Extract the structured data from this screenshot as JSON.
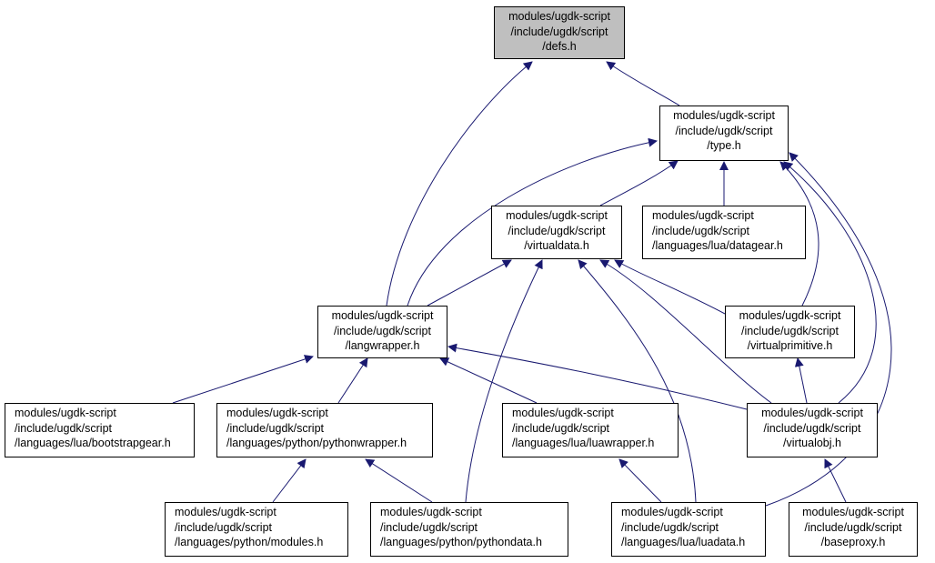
{
  "graph": {
    "edge_color": "#191970",
    "focus_fill": "#bfbfbf",
    "nodes": [
      {
        "id": "defs",
        "lines": [
          "modules/ugdk-script",
          "/include/ugdk/script",
          "/defs.h"
        ]
      },
      {
        "id": "type",
        "lines": [
          "modules/ugdk-script",
          "/include/ugdk/script",
          "/type.h"
        ]
      },
      {
        "id": "virtualdata",
        "lines": [
          "modules/ugdk-script",
          "/include/ugdk/script",
          "/virtualdata.h"
        ]
      },
      {
        "id": "datagear",
        "lines": [
          "modules/ugdk-script",
          "/include/ugdk/script",
          "/languages/lua/datagear.h"
        ]
      },
      {
        "id": "langwrapper",
        "lines": [
          "modules/ugdk-script",
          "/include/ugdk/script",
          "/langwrapper.h"
        ]
      },
      {
        "id": "virtualprimitive",
        "lines": [
          "modules/ugdk-script",
          "/include/ugdk/script",
          "/virtualprimitive.h"
        ]
      },
      {
        "id": "bootstrapgear",
        "lines": [
          "modules/ugdk-script",
          "/include/ugdk/script",
          "/languages/lua/bootstrapgear.h"
        ]
      },
      {
        "id": "pythonwrapper",
        "lines": [
          "modules/ugdk-script",
          "/include/ugdk/script",
          "/languages/python/pythonwrapper.h"
        ]
      },
      {
        "id": "luawrapper",
        "lines": [
          "modules/ugdk-script",
          "/include/ugdk/script",
          "/languages/lua/luawrapper.h"
        ]
      },
      {
        "id": "virtualobj",
        "lines": [
          "modules/ugdk-script",
          "/include/ugdk/script",
          "/virtualobj.h"
        ]
      },
      {
        "id": "modules",
        "lines": [
          "modules/ugdk-script",
          "/include/ugdk/script",
          "/languages/python/modules.h"
        ]
      },
      {
        "id": "pythondata",
        "lines": [
          "modules/ugdk-script",
          "/include/ugdk/script",
          "/languages/python/pythondata.h"
        ]
      },
      {
        "id": "luadata",
        "lines": [
          "modules/ugdk-script",
          "/include/ugdk/script",
          "/languages/lua/luadata.h"
        ]
      },
      {
        "id": "baseproxy",
        "lines": [
          "modules/ugdk-script",
          "/include/ugdk/script",
          "/baseproxy.h"
        ]
      }
    ],
    "edges": [
      [
        "type",
        "defs"
      ],
      [
        "langwrapper",
        "defs"
      ],
      [
        "virtualdata",
        "type"
      ],
      [
        "datagear",
        "type"
      ],
      [
        "langwrapper",
        "type"
      ],
      [
        "virtualprimitive",
        "type"
      ],
      [
        "virtualobj",
        "type"
      ],
      [
        "luadata",
        "type"
      ],
      [
        "langwrapper",
        "virtualdata"
      ],
      [
        "virtualprimitive",
        "virtualdata"
      ],
      [
        "virtualobj",
        "virtualdata"
      ],
      [
        "pythondata",
        "virtualdata"
      ],
      [
        "luadata",
        "virtualdata"
      ],
      [
        "bootstrapgear",
        "langwrapper"
      ],
      [
        "pythonwrapper",
        "langwrapper"
      ],
      [
        "luawrapper",
        "langwrapper"
      ],
      [
        "virtualobj",
        "langwrapper"
      ],
      [
        "virtualobj",
        "virtualprimitive"
      ],
      [
        "modules",
        "pythonwrapper"
      ],
      [
        "pythondata",
        "pythonwrapper"
      ],
      [
        "luadata",
        "luawrapper"
      ],
      [
        "baseproxy",
        "virtualobj"
      ]
    ]
  }
}
